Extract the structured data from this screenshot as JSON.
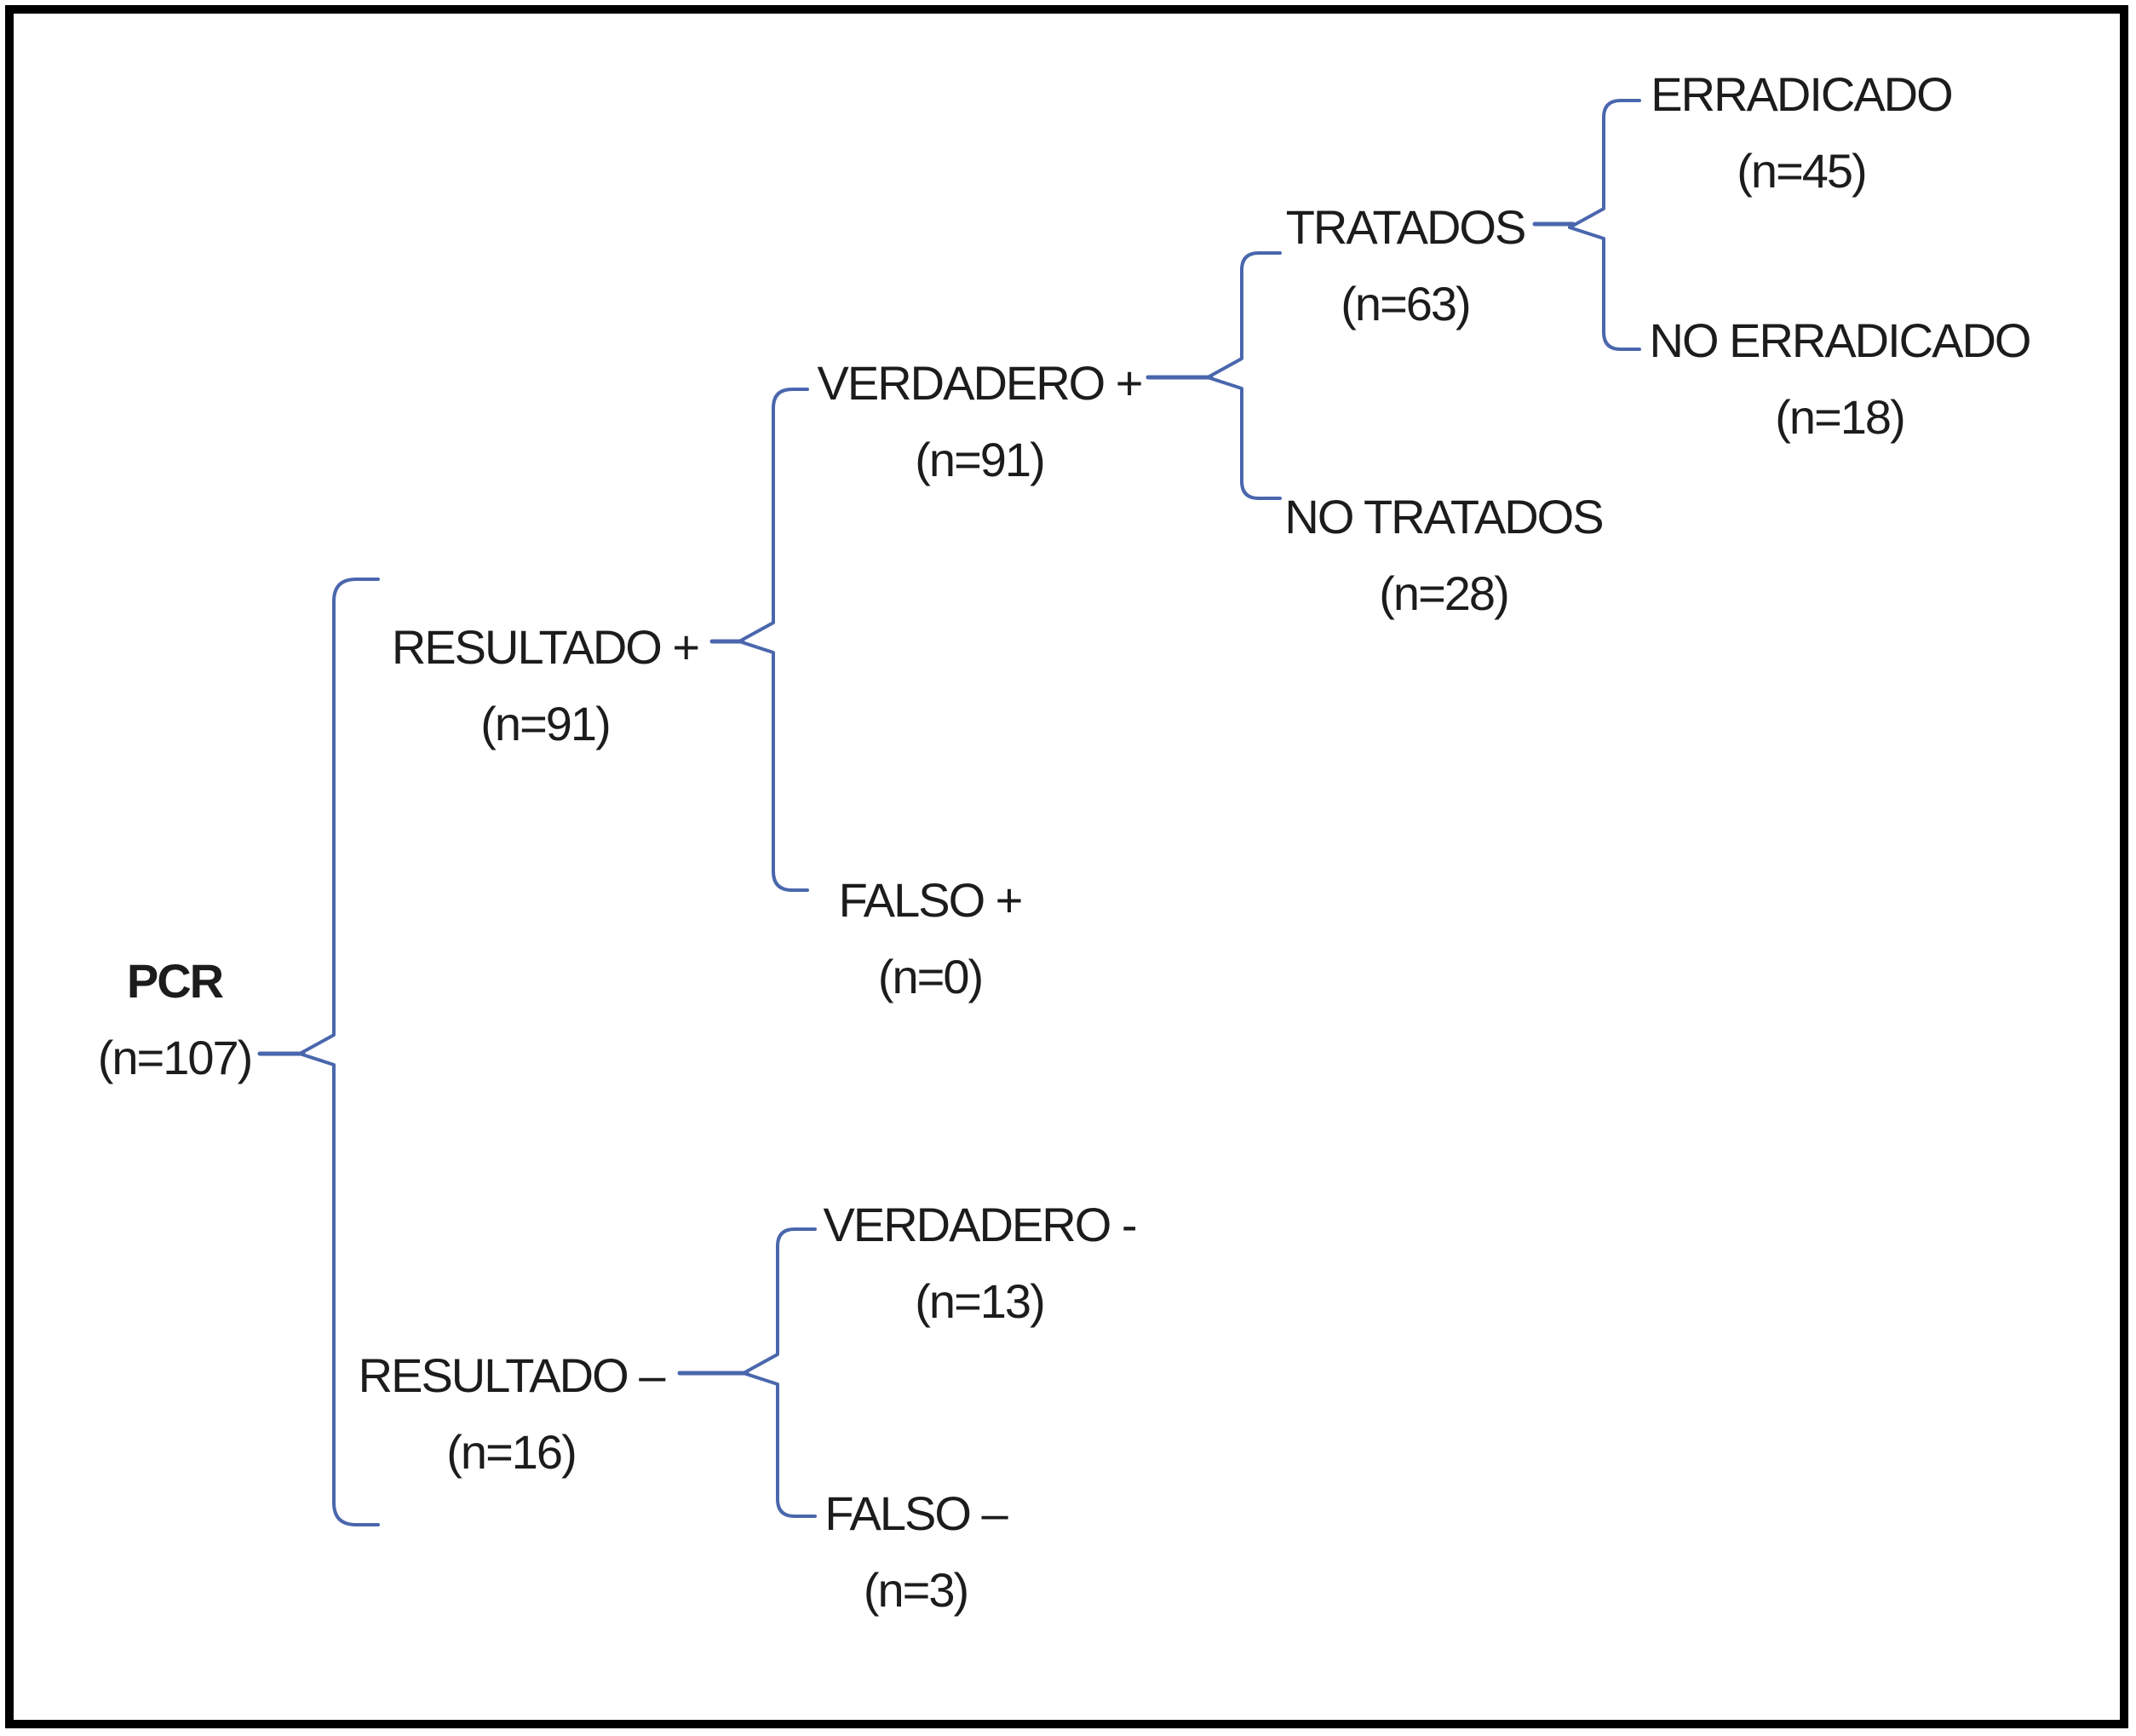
{
  "diagram_type": "decision-tree",
  "language": "es",
  "nodes": {
    "pcr": {
      "label": "PCR",
      "count": "(n=107)"
    },
    "resultado_pos": {
      "label": "RESULTADO +",
      "count": "(n=91)"
    },
    "resultado_neg": {
      "label": "RESULTADO –",
      "count": "(n=16)"
    },
    "verdadero_pos": {
      "label": "VERDADERO +",
      "count": "(n=91)"
    },
    "falso_pos": {
      "label": "FALSO +",
      "count": "(n=0)"
    },
    "tratados": {
      "label": "TRATADOS",
      "count": "(n=63)"
    },
    "no_tratados": {
      "label": "NO TRATADOS",
      "count": "(n=28)"
    },
    "erradicado": {
      "label": "ERRADICADO",
      "count": "(n=45)"
    },
    "no_erradicado": {
      "label": "NO ERRADICADO",
      "count": "(n=18)"
    },
    "verdadero_neg": {
      "label": "VERDADERO -",
      "count": "(n=13)"
    },
    "falso_neg": {
      "label": "FALSO –",
      "count": "(n=3)"
    }
  },
  "hierarchy": {
    "pcr": [
      "resultado_pos",
      "resultado_neg"
    ],
    "resultado_pos": [
      "verdadero_pos",
      "falso_pos"
    ],
    "verdadero_pos": [
      "tratados",
      "no_tratados"
    ],
    "tratados": [
      "erradicado",
      "no_erradicado"
    ],
    "resultado_neg": [
      "verdadero_neg",
      "falso_neg"
    ]
  },
  "colors": {
    "brace": "#4a67ad",
    "text": "#1c1c1c",
    "border": "#000000",
    "background": "#ffffff"
  }
}
